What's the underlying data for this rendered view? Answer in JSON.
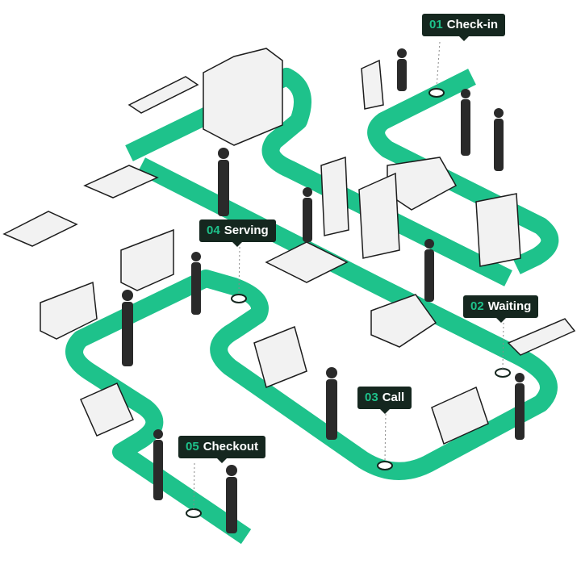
{
  "accent_color": "#1ec28b",
  "label_color": "#15271f",
  "steps": [
    {
      "num": "01",
      "label": "Check-in"
    },
    {
      "num": "02",
      "label": "Waiting"
    },
    {
      "num": "03",
      "label": "Call"
    },
    {
      "num": "04",
      "label": "Serving"
    },
    {
      "num": "05",
      "label": "Checkout"
    }
  ]
}
